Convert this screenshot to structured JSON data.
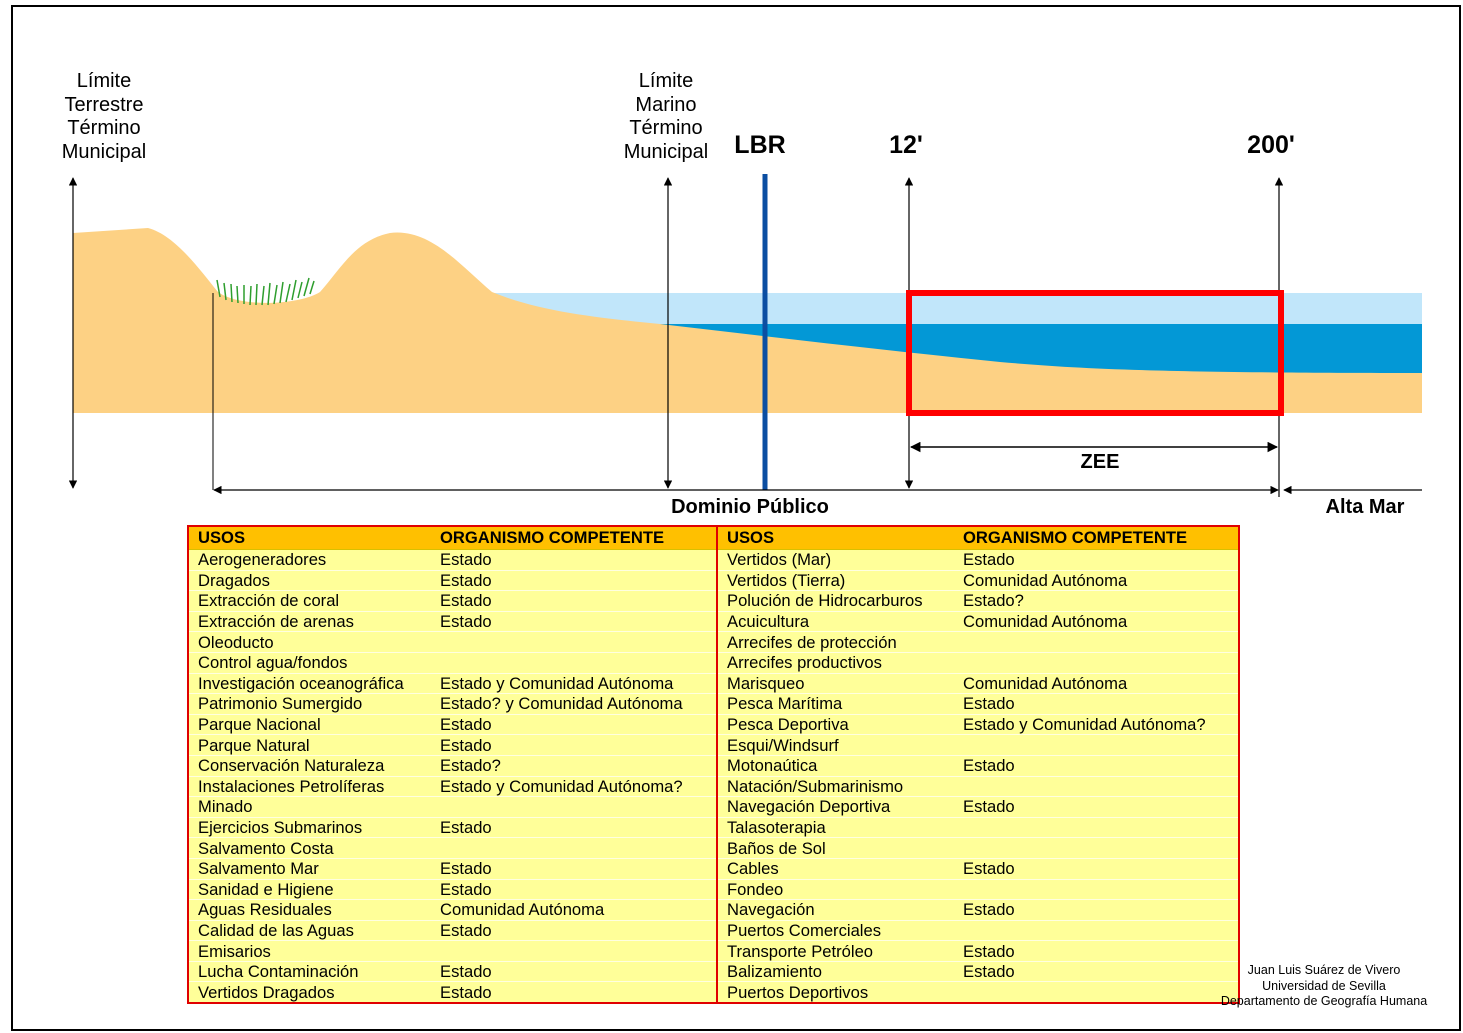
{
  "diagram": {
    "labels": {
      "limite_terrestre": "Límite\nTerrestre\nTérmino\nMunicipal",
      "limite_marino": "Límite\nMarino\nTérmino\nMunicipal",
      "lbr": "LBR",
      "twelve": "12'",
      "two_hundred": "200'",
      "zee": "ZEE",
      "dominio_publico": "Dominio Público",
      "alta_mar": "Alta Mar"
    },
    "colors": {
      "land": "#fdd184",
      "shallow_water": "#c1e6fa",
      "deep_water": "#0398d6",
      "lbr_line": "#0b4ea2",
      "zee_box": "#ff0000",
      "vegetation": "#2e9e2e"
    }
  },
  "table": {
    "headers": [
      "USOS",
      "ORGANISMO COMPETENTE",
      "USOS",
      "ORGANISMO COMPETENTE"
    ],
    "rows": [
      [
        "Aerogeneradores",
        "Estado",
        "Vertidos (Mar)",
        "Estado"
      ],
      [
        "Dragados",
        "Estado",
        "Vertidos (Tierra)",
        "Comunidad Autónoma"
      ],
      [
        "Extracción de coral",
        "Estado",
        "Polución de Hidrocarburos",
        "Estado?"
      ],
      [
        "Extracción de arenas",
        "Estado",
        "Acuicultura",
        "Comunidad Autónoma"
      ],
      [
        "Oleoducto",
        "",
        "Arrecifes de protección",
        ""
      ],
      [
        "Control agua/fondos",
        "",
        "Arrecifes productivos",
        ""
      ],
      [
        "Investigación oceanográfica",
        "Estado y Comunidad Autónoma",
        "Marisqueo",
        "Comunidad Autónoma"
      ],
      [
        "Patrimonio Sumergido",
        "Estado? y Comunidad Autónoma",
        "Pesca Marítima",
        "Estado"
      ],
      [
        "Parque Nacional",
        "Estado",
        "Pesca Deportiva",
        "Estado y Comunidad Autónoma?"
      ],
      [
        "Parque Natural",
        "Estado",
        "Esqui/Windsurf",
        ""
      ],
      [
        "Conservación Naturaleza",
        "Estado?",
        "Motonaútica",
        "Estado"
      ],
      [
        "Instalaciones Petrolíferas",
        "Estado y Comunidad Autónoma?",
        "Natación/Submarinismo",
        ""
      ],
      [
        "Minado",
        "",
        "Navegación Deportiva",
        "Estado"
      ],
      [
        "Ejercicios Submarinos",
        "Estado",
        "Talasoterapia",
        ""
      ],
      [
        "Salvamento Costa",
        "",
        "Baños de Sol",
        ""
      ],
      [
        "Salvamento Mar",
        "Estado",
        "Cables",
        "Estado"
      ],
      [
        "Sanidad e Higiene",
        "Estado",
        "Fondeo",
        ""
      ],
      [
        "Aguas Residuales",
        "Comunidad Autónoma",
        "Navegación",
        "Estado"
      ],
      [
        "Calidad de las Aguas",
        "Estado",
        "Puertos Comerciales",
        ""
      ],
      [
        "Emisarios",
        "",
        "Transporte Petróleo",
        "Estado"
      ],
      [
        "Lucha Contaminación",
        "Estado",
        "Balizamiento",
        "Estado"
      ],
      [
        "Vertidos Dragados",
        "Estado",
        "Puertos Deportivos",
        ""
      ]
    ]
  },
  "credit": {
    "author": "Juan Luis Suárez de Vivero",
    "university": "Universidad de Sevilla",
    "department": "Departamento de Geografía Humana"
  }
}
